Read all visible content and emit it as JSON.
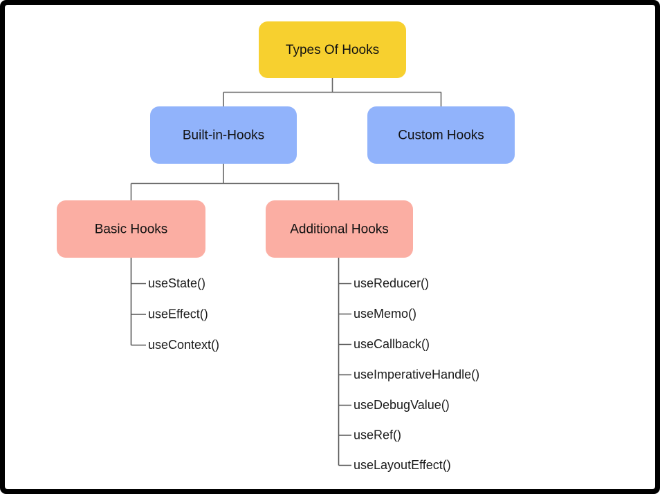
{
  "diagram": {
    "title": "Types Of Hooks",
    "type": "tree",
    "colors": {
      "root_fill": "#F7D02F",
      "level2_fill": "#91B3FB",
      "level3_fill": "#FBAEA3",
      "connector": "#666666",
      "text": "#121212",
      "canvas": "#FFFFFF",
      "frame": "#000000"
    },
    "nodes": {
      "root": {
        "label": "Types Of Hooks"
      },
      "builtin": {
        "label": "Built-in-Hooks"
      },
      "custom": {
        "label": "Custom Hooks"
      },
      "basic": {
        "label": "Basic Hooks"
      },
      "additional": {
        "label": "Additional Hooks"
      }
    },
    "basic_hooks": [
      {
        "label": "useState()"
      },
      {
        "label": "useEffect()"
      },
      {
        "label": "useContext()"
      }
    ],
    "additional_hooks": [
      {
        "label": "useReducer()"
      },
      {
        "label": "useMemo()"
      },
      {
        "label": "useCallback()"
      },
      {
        "label": "useImperativeHandle()"
      },
      {
        "label": "useDebugValue()"
      },
      {
        "label": "useRef()"
      },
      {
        "label": "useLayoutEffect()"
      }
    ]
  }
}
